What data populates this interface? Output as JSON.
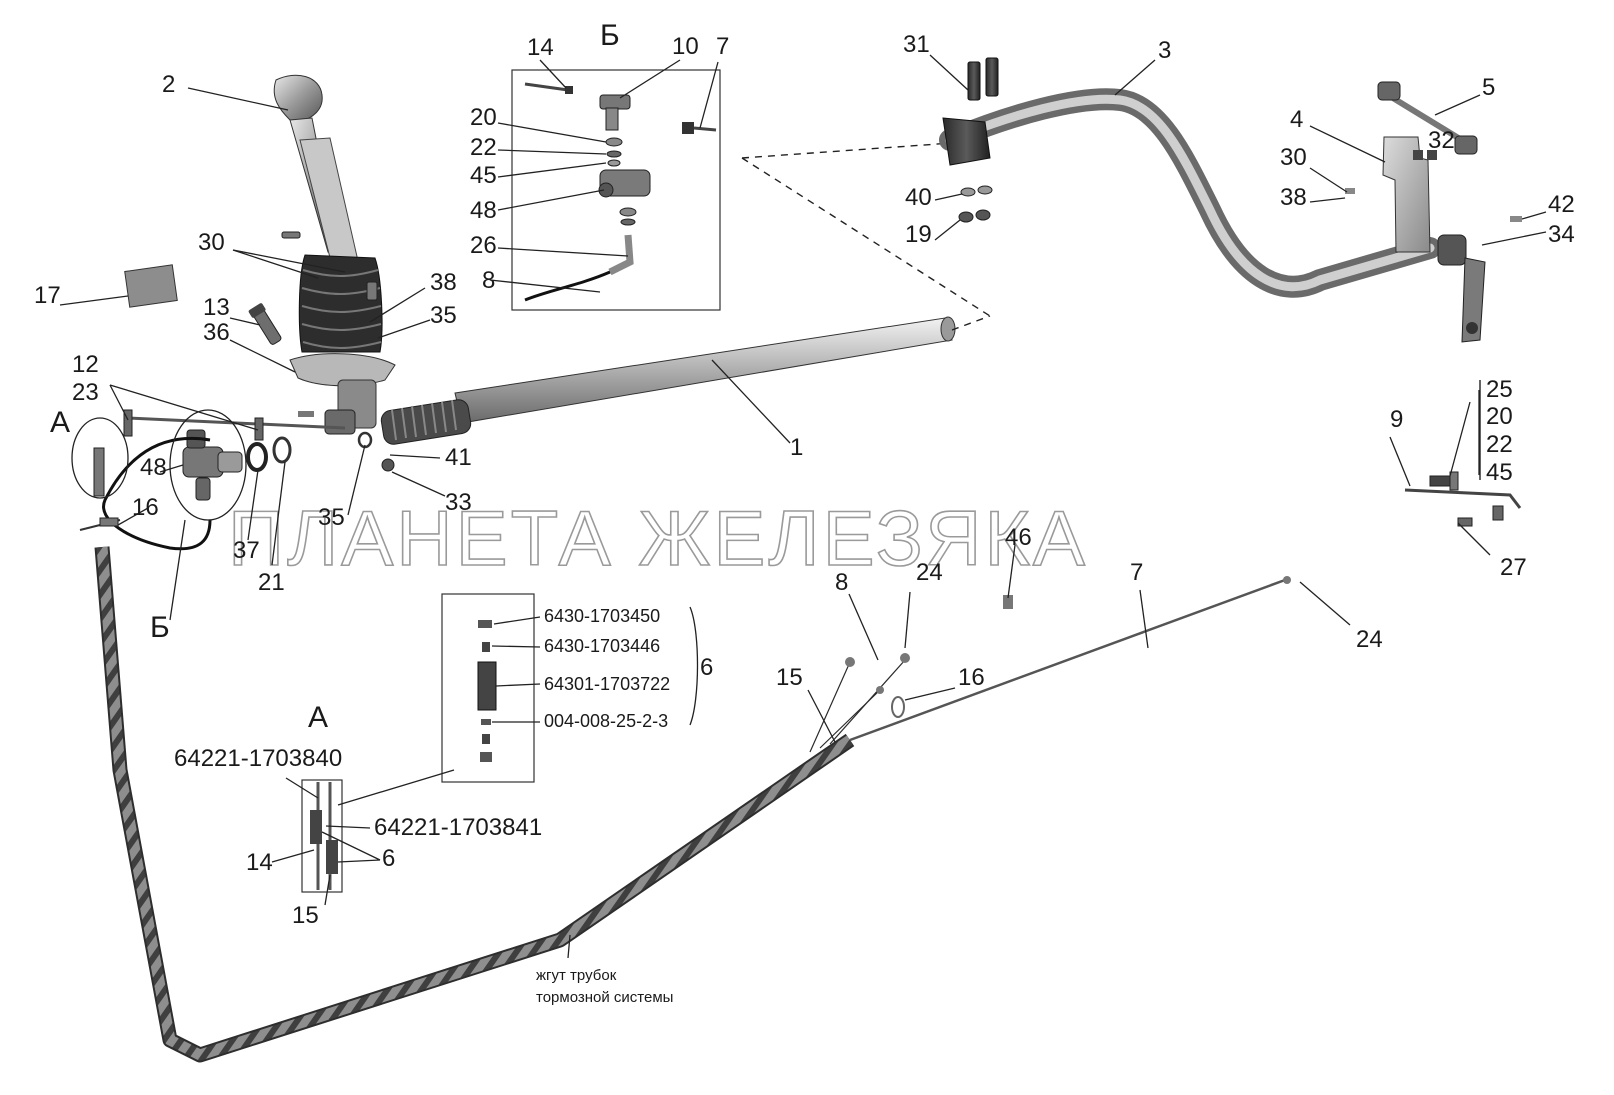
{
  "labels": {
    "n1": "1",
    "n2": "2",
    "n3": "3",
    "n4": "4",
    "n5": "5",
    "n6": "6",
    "n6b": "6",
    "n7a": "7",
    "n7b": "7",
    "n8a": "8",
    "n8b": "8",
    "n9": "9",
    "n10": "10",
    "n12": "12",
    "n13": "13",
    "n14a": "14",
    "n14b": "14",
    "n15a": "15",
    "n15b": "15",
    "n16a": "16",
    "n16b": "16",
    "n17": "17",
    "n19": "19",
    "n20a": "20",
    "n20b": "20",
    "n21": "21",
    "n22a": "22",
    "n22b": "22",
    "n23": "23",
    "n24a": "24",
    "n24b": "24",
    "n25": "25",
    "n26": "26",
    "n27": "27",
    "n30a": "30",
    "n30b": "30",
    "n31": "31",
    "n32": "32",
    "n33": "33",
    "n34": "34",
    "n35a": "35",
    "n35b": "35",
    "n36": "36",
    "n37": "37",
    "n38a": "38",
    "n38b": "38",
    "n40": "40",
    "n41": "41",
    "n42": "42",
    "n45a": "45",
    "n45b": "45",
    "n46": "46",
    "n48a": "48",
    "n48b": "48"
  },
  "views": {
    "a_left": "А",
    "b_left": "Б",
    "b_top": "Б",
    "a_detail": "А"
  },
  "part_numbers": {
    "p1": "6430-1703450",
    "p2": "6430-1703446",
    "p3": "64301-1703722",
    "p4": "004-008-25-2-3",
    "p5": "64221-1703840",
    "p6": "64221-1703841"
  },
  "caption": {
    "line1": "жгут трубок",
    "line2": "тормозной системы"
  },
  "watermark": "ПЛАНЕТА ЖЕЛЕЗЯКА"
}
